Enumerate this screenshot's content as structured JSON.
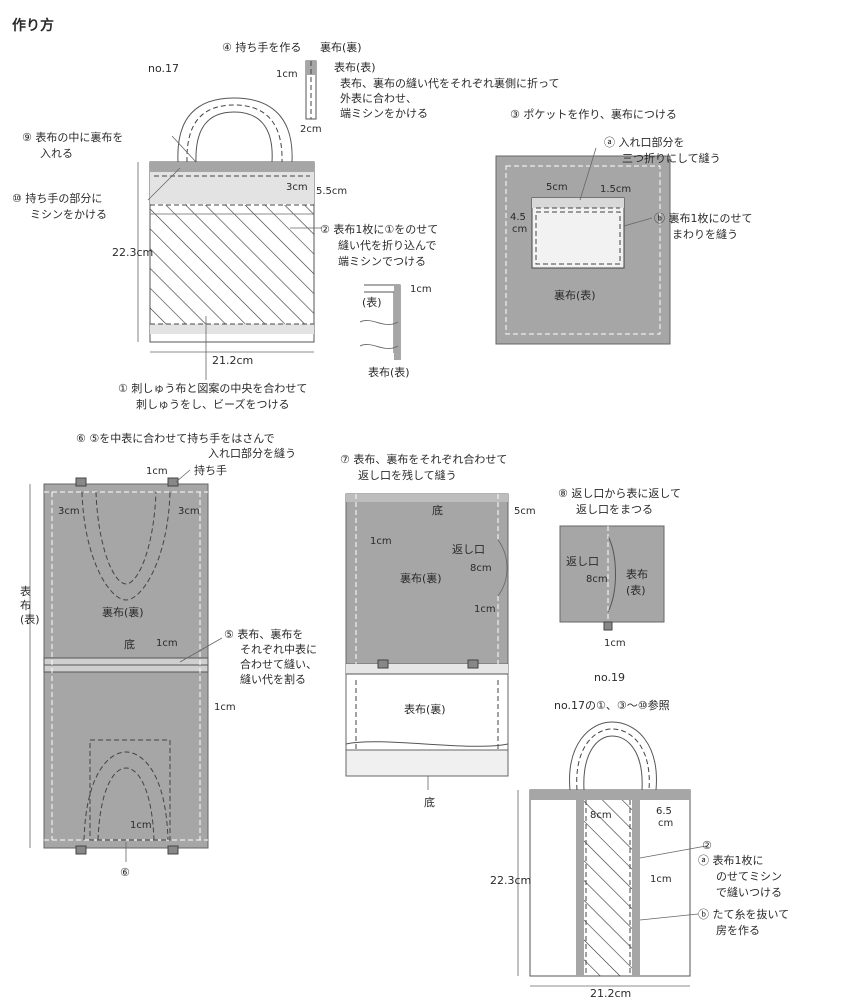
{
  "page": {
    "title": "作り方"
  },
  "no17": {
    "label": "no.17",
    "step4_title": "④ 持ち手を作る",
    "step4_lining": "裏布(裏)",
    "step4_outer": "表布(表)",
    "step4_desc1": "表布、裏布の縫い代をそれぞれ裏側に折って",
    "step4_desc2": "外表に合わせ、",
    "step4_desc3": "端ミシンをかける",
    "dim_1cm": "1cm",
    "dim_2cm": "2cm",
    "step9_a": "⑨ 表布の中に裏布を",
    "step9_b": "入れる",
    "step10_a": "⑩ 持ち手の部分に",
    "step10_b": "ミシンをかける",
    "dim_3cm": "3cm",
    "dim_55cm": "5.5cm",
    "dim_height": "22.3cm",
    "dim_width": "21.2cm",
    "step2_a": "② 表布1枚に①をのせて",
    "step2_b": "縫い代を折り込んで",
    "step2_c": "端ミシンでつける",
    "detail_outer": "(表)",
    "detail_1cm": "1cm",
    "detail_bottom": "表布(表)",
    "step1_a": "① 刺しゅう布と図案の中央を合わせて",
    "step1_b": "刺しゅうをし、ビーズをつける"
  },
  "pocket": {
    "step3": "③ ポケットを作り、裏布につける",
    "a1": "ⓐ 入れ口部分を",
    "a2": "三つ折りにして縫う",
    "dim_5cm": "5cm",
    "dim_15cm": "1.5cm",
    "dim_45a": "4.5",
    "dim_45b": "cm",
    "b1": "ⓑ 裏布1枚にのせて",
    "b2": "まわりを縫う",
    "body_label": "裏布(表)"
  },
  "step6": {
    "title1": "⑥ ⑤を中表に合わせて持ち手をはさんで",
    "title2": "入れ口部分を縫う",
    "dim_1cm": "1cm",
    "handle": "持ち手",
    "dim_3cm_l": "3cm",
    "dim_3cm_r": "3cm",
    "side_label": "表布(表)",
    "lining": "裏布(裏)",
    "bottom": "底",
    "dim_1cm_b": "1cm",
    "dim_1cm_r": "1cm",
    "dim_1cm_low": "1cm",
    "marker": "⑥"
  },
  "step5": {
    "a": "⑤ 表布、裏布を",
    "b": "それぞれ中表に",
    "c": "合わせて縫い、",
    "d": "縫い代を割る"
  },
  "step7": {
    "title1": "⑦ 表布、裏布をそれぞれ合わせて",
    "title2": "返し口を残して縫う",
    "bottom_top": "底",
    "dim_5cm": "5cm",
    "dim_1cm_l": "1cm",
    "opening": "返し口",
    "dim_8cm": "8cm",
    "lining": "裏布(裏)",
    "dim_1cm_r": "1cm",
    "outer": "表布(裏)",
    "bottom_low": "底"
  },
  "step8": {
    "title1": "⑧ 返し口から表に返して",
    "title2": "返し口をまつる",
    "opening": "返し口",
    "dim_8cm": "8cm",
    "outer1": "表布",
    "outer2": "(表)",
    "dim_1cm": "1cm"
  },
  "no19": {
    "label": "no.19",
    "ref": "no.17の①、③〜⑩参照",
    "dim_8cm": "8cm",
    "dim_65a": "6.5",
    "dim_65b": "cm",
    "num2": "②",
    "a1": "ⓐ 表布1枚に",
    "a2": "のせてミシン",
    "a3": "で縫いつける",
    "dim_height": "22.3cm",
    "dim_1cm": "1cm",
    "b1": "ⓑ たて糸を抜いて",
    "b2": "房を作る",
    "dim_width": "21.2cm"
  }
}
